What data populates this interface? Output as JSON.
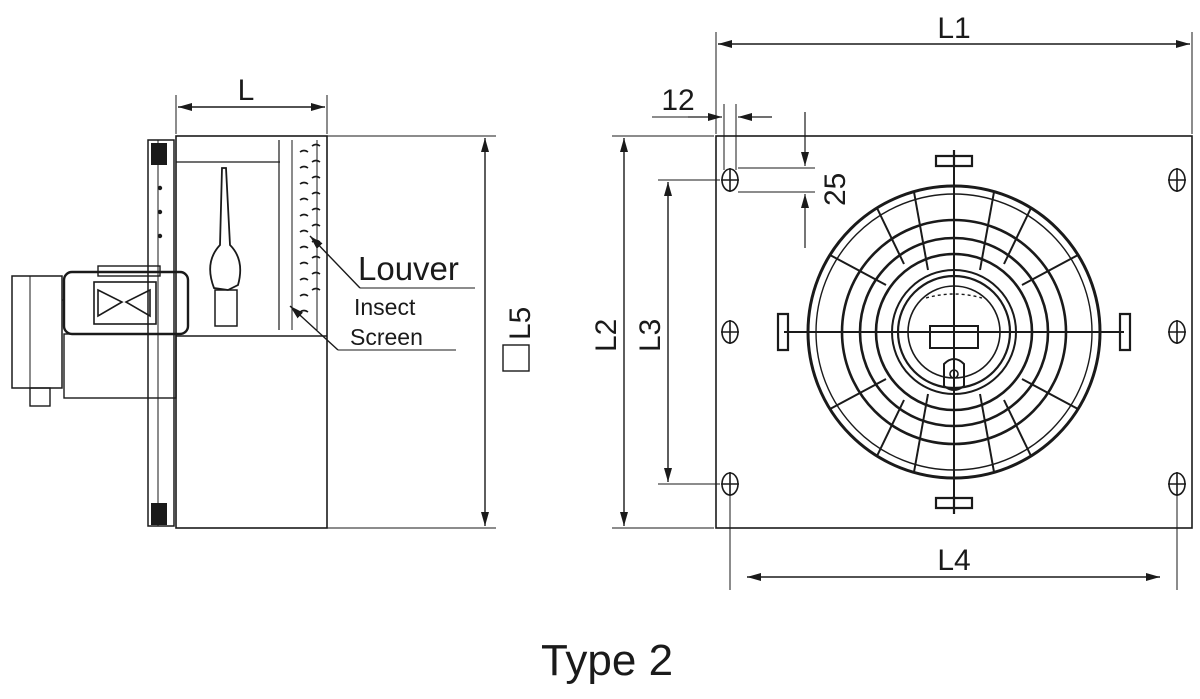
{
  "diagram": {
    "caption": "Type 2",
    "side_view": {
      "dim_depth": "L",
      "louver_label": "Louver",
      "insect_label": "Insect",
      "screen_label": "Screen",
      "square_dim": "L5"
    },
    "front_view": {
      "dim_width": "L1",
      "dim_height": "L2",
      "dim_hole_vertical": "L3",
      "dim_hole_horizontal": "L4",
      "dim_offset_x": "12",
      "dim_offset_y": "25"
    }
  }
}
